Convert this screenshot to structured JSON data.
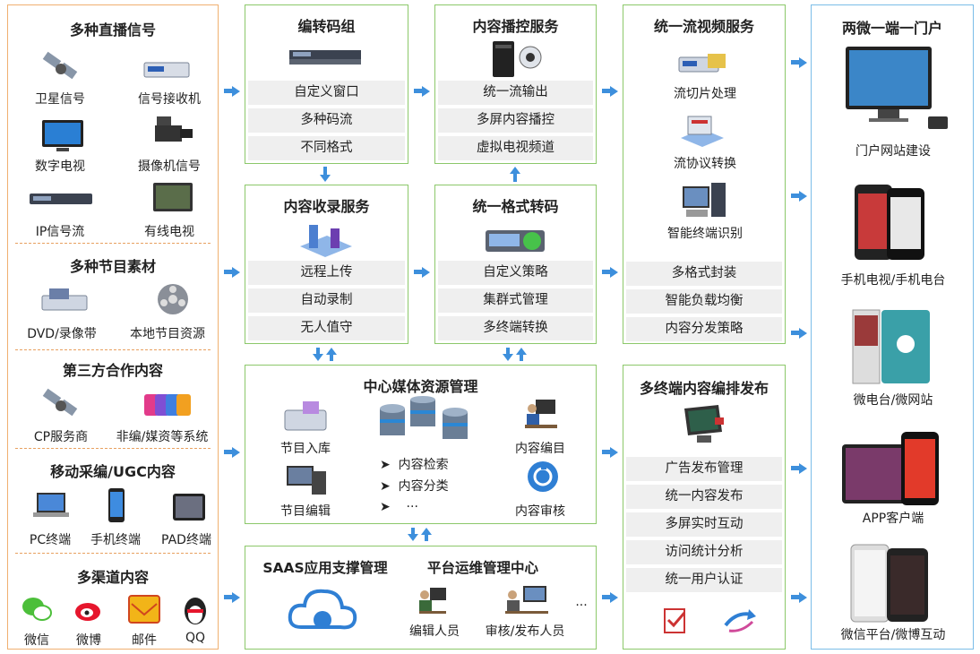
{
  "sources": {
    "section1": {
      "title": "多种直播信号",
      "items": [
        "卫星信号",
        "信号接收机",
        "数字电视",
        "摄像机信号",
        "IP信号流",
        "有线电视"
      ]
    },
    "section2": {
      "title": "多种节目素材",
      "items": [
        "DVD/录像带",
        "本地节目资源"
      ]
    },
    "section3": {
      "title": "第三方合作内容",
      "items": [
        "CP服务商",
        "非编/媒资等系统"
      ]
    },
    "section4": {
      "title": "移动采编/UGC内容",
      "items": [
        "PC终端",
        "手机终端",
        "PAD终端"
      ]
    },
    "section5": {
      "title": "多渠道内容",
      "items": [
        "微信",
        "微博",
        "邮件",
        "QQ"
      ]
    }
  },
  "encode": {
    "title": "编转码组",
    "rows": [
      "自定义窗口",
      "多种码流",
      "不同格式"
    ]
  },
  "playctl": {
    "title": "内容播控服务",
    "rows": [
      "统一流输出",
      "多屏内容播控",
      "虚拟电视频道"
    ]
  },
  "record": {
    "title": "内容收录服务",
    "rows": [
      "远程上传",
      "自动录制",
      "无人值守"
    ]
  },
  "transcode": {
    "title": "统一格式转码",
    "rows": [
      "自定义策略",
      "集群式管理",
      "多终端转换"
    ]
  },
  "stream": {
    "title": "统一流视频服务",
    "items": [
      "流切片处理",
      "流协议转换",
      "智能终端识别"
    ],
    "rows": [
      "多格式封装",
      "智能负载均衡",
      "内容分发策略"
    ]
  },
  "media": {
    "title": "中心媒体资源管理",
    "items": [
      "节目入库",
      "节目编辑",
      "内容编目",
      "内容审核"
    ],
    "bullets": [
      "内容检索",
      "内容分类",
      "···"
    ]
  },
  "saas": {
    "title1": "SAAS应用支撑管理",
    "title2": "平台运维管理中心",
    "items": [
      "编辑人员",
      "审核/发布人员"
    ],
    "ellipsis": "···"
  },
  "publish": {
    "title": "多终端内容编排发布",
    "rows": [
      "广告发布管理",
      "统一内容发布",
      "多屏实时互动",
      "访问统计分析",
      "统一用户认证"
    ]
  },
  "portal": {
    "title": "两微一端一门户",
    "items": [
      "门户网站建设",
      "手机电视/手机电台",
      "微电台/微网站",
      "APP客户端",
      "微信平台/微博互动"
    ]
  },
  "colors": {
    "source_border": "#f0b070",
    "green_border": "#8cc86a",
    "blue_border": "#7bbde8",
    "arrow": "#3d8fdc",
    "row_bg": "#efefef"
  }
}
